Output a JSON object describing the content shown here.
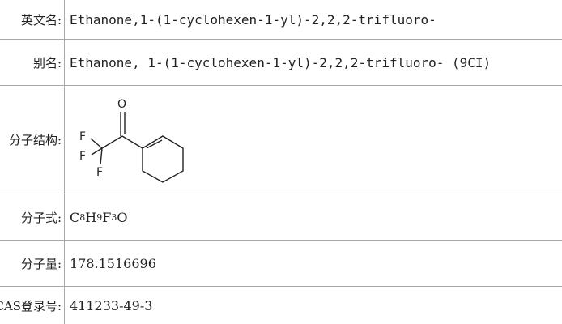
{
  "rows": [
    {
      "label": "英文名:",
      "value": "Ethanone,1-(1-cyclohexen-1-yl)-2,2,2-trifluoro-"
    },
    {
      "label": "别名:",
      "value": "Ethanone, 1-(1-cyclohexen-1-yl)-2,2,2-trifluoro- (9CI)"
    },
    {
      "label": "分子结构:",
      "atoms": {
        "o": "O",
        "f1": "F",
        "f2": "F",
        "f3": "F"
      }
    },
    {
      "label": "分子式:",
      "formula": {
        "c": "C",
        "c_n": "8",
        "h": "H",
        "h_n": "9",
        "f": "F",
        "f_n": "3",
        "o": "O"
      }
    },
    {
      "label": "分子量:",
      "value": "178.1516696"
    },
    {
      "label": "CAS登录号:",
      "value": "411233-49-3"
    }
  ]
}
